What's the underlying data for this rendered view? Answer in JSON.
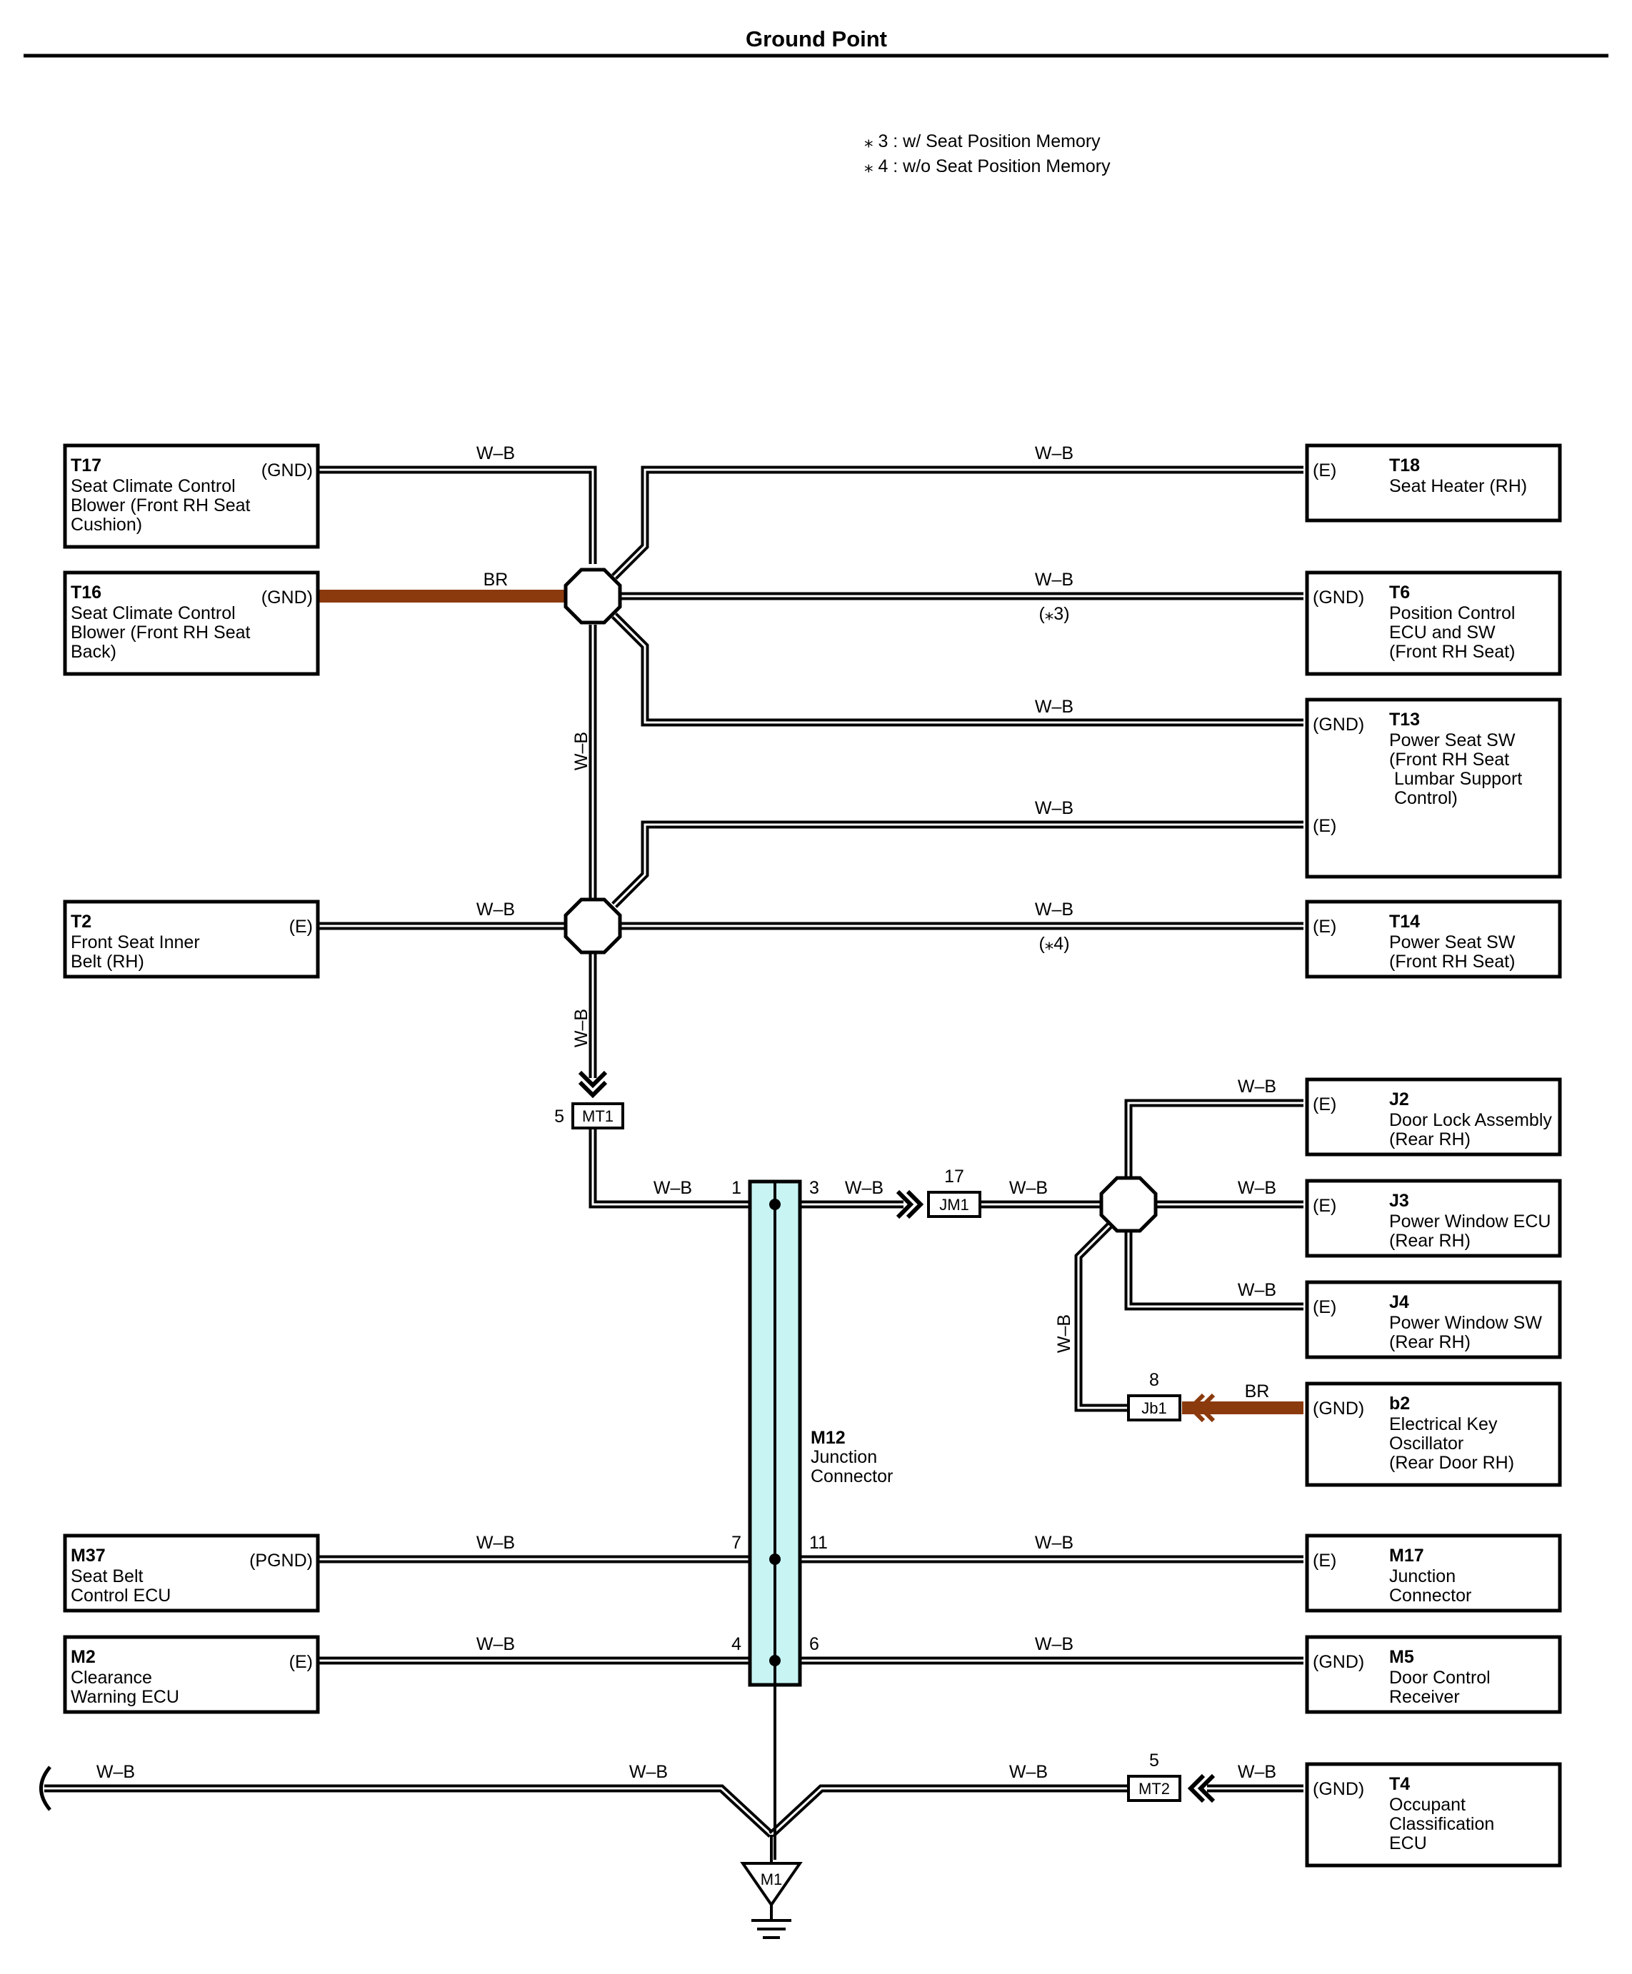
{
  "title": "Ground Point",
  "notes": [
    "⁎ 3 : w/ Seat Position Memory",
    "⁎ 4 : w/o Seat Position Memory"
  ],
  "colors": {
    "wire": "#000000",
    "br_wire": "#8B3A0E",
    "junction_fill": "#C8F4F4"
  },
  "components": {
    "T17": {
      "code": "T17",
      "lines": [
        "Seat Climate Control",
        "Blower (Front RH Seat",
        "Cushion)"
      ],
      "pin": "(GND)"
    },
    "T16": {
      "code": "T16",
      "lines": [
        "Seat Climate Control",
        "Blower (Front RH Seat",
        "Back)"
      ],
      "pin": "(GND)"
    },
    "T2": {
      "code": "T2",
      "lines": [
        "Front Seat Inner",
        "Belt (RH)"
      ],
      "pin": "(E)"
    },
    "M37": {
      "code": "M37",
      "lines": [
        "Seat Belt",
        "Control ECU"
      ],
      "pin": "(PGND)"
    },
    "M2": {
      "code": "M2",
      "lines": [
        "Clearance",
        "Warning ECU"
      ],
      "pin": "(E)"
    },
    "T18": {
      "code": "T18",
      "lines": [
        "Seat Heater (RH)"
      ],
      "pin": "(E)"
    },
    "T6": {
      "code": "T6",
      "lines": [
        "Position Control",
        "ECU and SW",
        "(Front RH Seat)"
      ],
      "pin": "(GND)"
    },
    "T13": {
      "code": "T13",
      "lines": [
        "Power Seat SW",
        "(Front RH Seat",
        " Lumbar Support",
        " Control)"
      ],
      "pin": "(GND)",
      "pin2": "(E)"
    },
    "T14": {
      "code": "T14",
      "lines": [
        "Power Seat SW",
        "(Front RH Seat)"
      ],
      "pin": "(E)"
    },
    "J2": {
      "code": "J2",
      "lines": [
        "Door Lock Assembly",
        "(Rear RH)"
      ],
      "pin": "(E)"
    },
    "J3": {
      "code": "J3",
      "lines": [
        "Power Window ECU",
        "(Rear RH)"
      ],
      "pin": "(E)"
    },
    "J4": {
      "code": "J4",
      "lines": [
        "Power Window SW",
        "(Rear RH)"
      ],
      "pin": "(E)"
    },
    "b2": {
      "code": "b2",
      "lines": [
        "Electrical Key",
        "Oscillator",
        "(Rear Door RH)"
      ],
      "pin": "(GND)"
    },
    "M17": {
      "code": "M17",
      "lines": [
        "Junction",
        "Connector"
      ],
      "pin": "(E)"
    },
    "M5": {
      "code": "M5",
      "lines": [
        "Door Control",
        "Receiver"
      ],
      "pin": "(GND)"
    },
    "T4": {
      "code": "T4",
      "lines": [
        "Occupant",
        "Classification",
        "ECU"
      ],
      "pin": "(GND)"
    }
  },
  "junction": {
    "code": "M12",
    "lines": [
      "Junction",
      "Connector"
    ],
    "pins": {
      "p1": "1",
      "p3": "3",
      "p7": "7",
      "p11": "11",
      "p4": "4",
      "p6": "6"
    }
  },
  "connectors": {
    "MT1": {
      "name": "MT1",
      "pin": "5"
    },
    "JM1": {
      "name": "JM1",
      "pin": "17"
    },
    "Jb1": {
      "name": "Jb1",
      "pin": "8"
    },
    "MT2": {
      "name": "MT2",
      "pin": "5"
    }
  },
  "ground": {
    "name": "M1"
  },
  "wire_labels": {
    "t17": "W–B",
    "t16": "BR",
    "t18": "W–B",
    "t6": "W–B",
    "t6_note": "(⁎3)",
    "t13a": "W–B",
    "t13b": "W–B",
    "vert1": "W–B",
    "t2": "W–B",
    "t14": "W–B",
    "t14_note": "(⁎4)",
    "vert2": "W–B",
    "mt1": "W–B",
    "m12_3": "W–B",
    "jm1": "W–B",
    "j2": "W–B",
    "j3": "W–B",
    "j4": "W–B",
    "jb1_vert": "W–B",
    "b2": "BR",
    "m37": "W–B",
    "m17": "W–B",
    "m2": "W–B",
    "m5": "W–B",
    "gnd_left": "W–B",
    "gnd_mid": "W–B",
    "gnd_right": "W–B",
    "t4": "W–B"
  }
}
